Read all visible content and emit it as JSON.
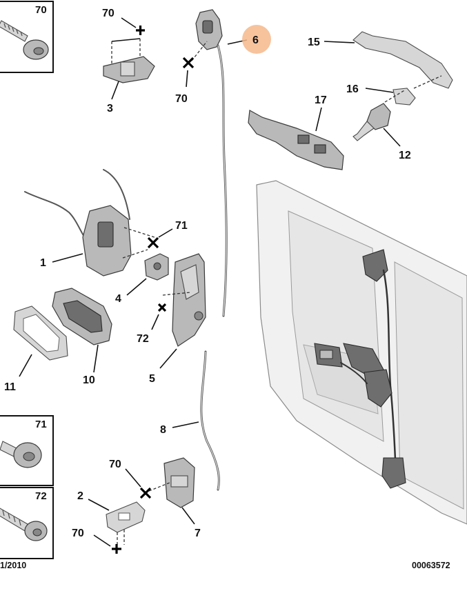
{
  "callouts": {
    "c70_top_left": "70",
    "c70_plate3": "70",
    "c3": "3",
    "c70_lock6": "70",
    "c6": "6",
    "c15": "15",
    "c16": "16",
    "c17": "17",
    "c12": "12",
    "c71": "71",
    "c1": "1",
    "c4": "4",
    "c72": "72",
    "c11": "11",
    "c10": "10",
    "c5": "5",
    "c8": "8",
    "c70_bottom_upper": "70",
    "c2": "2",
    "c70_bottom_lower": "70",
    "c7": "7",
    "c71_box": "71",
    "c72_box": "72"
  },
  "highlight_color": "#f5b98c",
  "footer": {
    "left": "1/2010",
    "right": "00063572"
  }
}
